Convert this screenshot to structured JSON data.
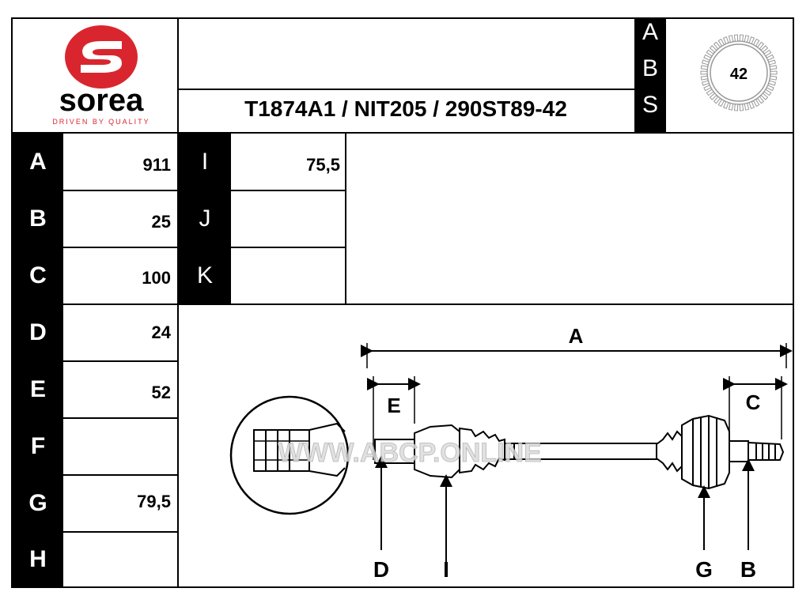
{
  "brand": {
    "name": "sorea",
    "tagline": "DRIVEN BY QUALITY"
  },
  "part_number": "T1874A1 / NIT205 / 290ST89-42",
  "abs": {
    "letters": [
      "A",
      "B",
      "S"
    ],
    "teeth": "42"
  },
  "dimensions": [
    {
      "letter": "A",
      "value": "911"
    },
    {
      "letter": "B",
      "value": "25"
    },
    {
      "letter": "C",
      "value": "100"
    },
    {
      "letter": "D",
      "value": "24"
    },
    {
      "letter": "E",
      "value": "52"
    },
    {
      "letter": "F",
      "value": ""
    },
    {
      "letter": "G",
      "value": "79,5"
    },
    {
      "letter": "H",
      "value": ""
    },
    {
      "letter": "I",
      "value": "75,5"
    },
    {
      "letter": "J",
      "value": ""
    },
    {
      "letter": "K",
      "value": ""
    }
  ],
  "drawing": {
    "labels": {
      "A": "A",
      "E": "E",
      "C": "C",
      "D": "D",
      "I": "I",
      "G": "G",
      "B": "B"
    },
    "watermark": "WWW.ABCP.ONLINE"
  },
  "colors": {
    "brand_red": "#d9262e",
    "ink": "#000000"
  }
}
